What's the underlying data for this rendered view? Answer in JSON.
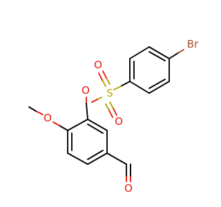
{
  "molecule": {
    "atoms": {
      "br": "Br",
      "s": "S",
      "o_sulfonyl_top": "O",
      "o_sulfonyl_bottom": "O",
      "o_ester": "O",
      "o_methoxy": "O",
      "o_aldehyde": "O"
    },
    "colors": {
      "carbon_bond": "#000000",
      "oxygen": "#e8180c",
      "sulfur": "#b3a600",
      "bromine": "#a0522d",
      "background": "#ffffff"
    }
  }
}
